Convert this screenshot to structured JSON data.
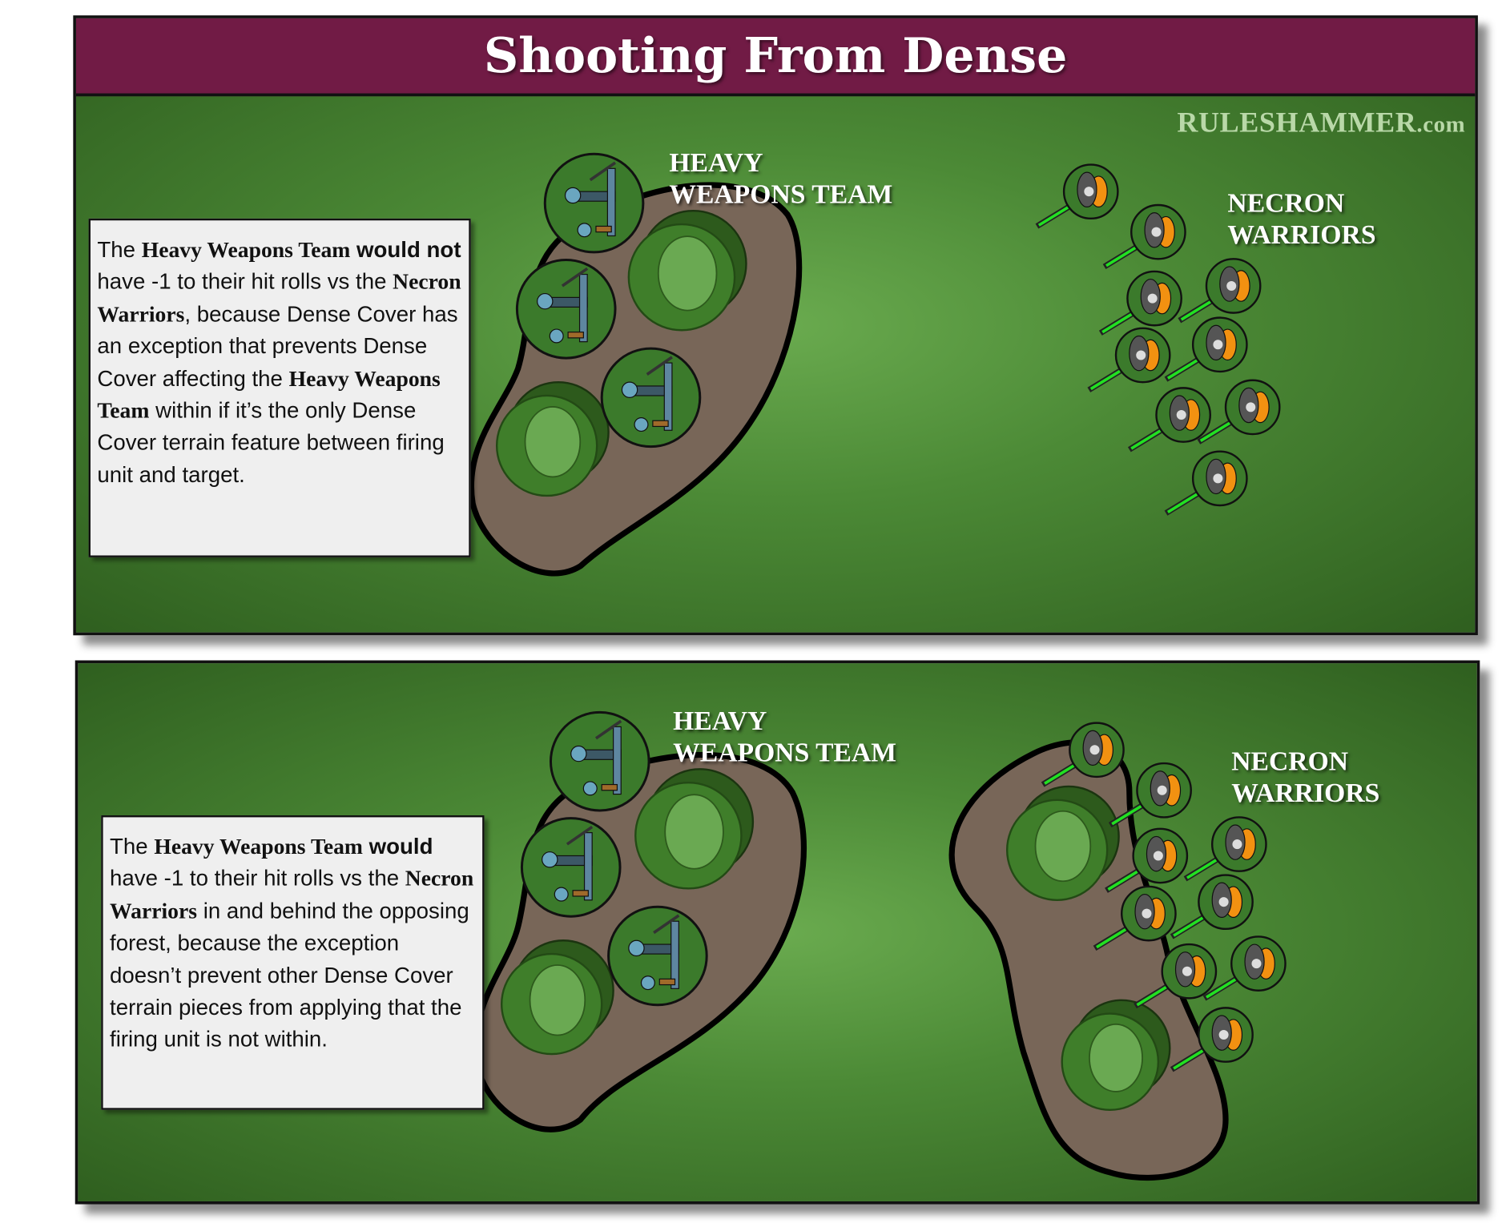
{
  "title": "Shooting From Dense",
  "brand": {
    "name": "RULESHAMMER",
    "suffix": ".com"
  },
  "panels": [
    {
      "label_hwt": [
        "HEAVY",
        "WEAPONS TEAM"
      ],
      "label_necron": [
        "NECRON",
        "WARRIORS"
      ],
      "text": [
        {
          "t": "The ",
          "b": false
        },
        {
          "t": "Heavy Weapons Team",
          "b": "serif"
        },
        {
          "t": " ",
          "b": false
        },
        {
          "t": "would not",
          "b": "sans"
        },
        {
          "t": " have -1 to their hit rolls vs the ",
          "b": false
        },
        {
          "t": "Necron Warriors",
          "b": "serif"
        },
        {
          "t": ", because Dense Cover has an exception that prevents Dense Cover affecting the ",
          "b": false
        },
        {
          "t": "Heavy Weapons Team",
          "b": "serif"
        },
        {
          "t": " within if it’s the only Dense Cover terrain feature between firing unit and target.",
          "b": false
        }
      ]
    },
    {
      "label_hwt": [
        "HEAVY",
        "WEAPONS TEAM"
      ],
      "label_necron": [
        "NECRON",
        "WARRIORS"
      ],
      "text": [
        {
          "t": "The ",
          "b": false
        },
        {
          "t": "Heavy Weapons Team",
          "b": "serif"
        },
        {
          "t": " ",
          "b": false
        },
        {
          "t": "would",
          "b": "sans"
        },
        {
          "t": " have -1 to their hit rolls vs the ",
          "b": false
        },
        {
          "t": "Necron Warriors",
          "b": "serif"
        },
        {
          "t": " in and behind the opposing forest, because the exception doesn’t prevent other Dense Cover terrain pieces from applying that the firing unit is not within.",
          "b": false
        }
      ]
    }
  ],
  "colors": {
    "header": "#711b45",
    "terrain": "#786658",
    "necron_orange": "#f29111",
    "gauss": "#22e022"
  }
}
